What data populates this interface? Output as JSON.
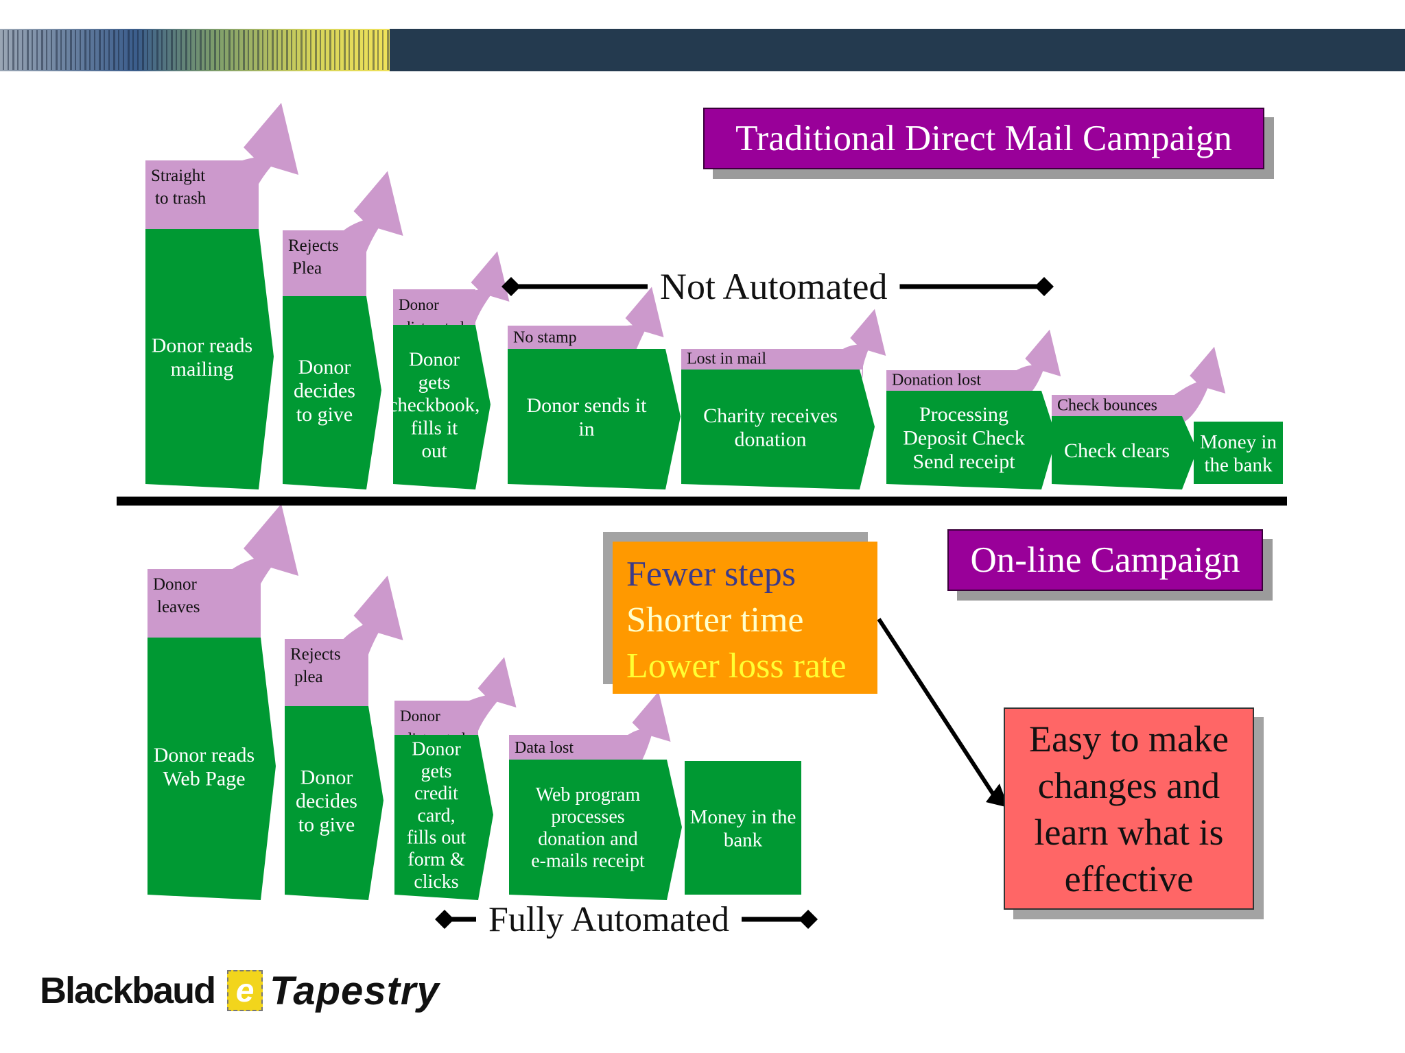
{
  "header": {
    "bar_color": "#243a4f"
  },
  "colors": {
    "step_green": "#009933",
    "loss_purple": "#cc99cc",
    "title_purple": "#990099",
    "benefits_orange": "#ff9900",
    "callout_red": "#ff6666"
  },
  "traditional": {
    "title": "Traditional Direct Mail Campaign",
    "automation_label": "Not Automated",
    "steps": [
      {
        "label": "Donor reads mailing",
        "loss": "Straight to trash"
      },
      {
        "label": "Donor decides to give",
        "loss": "Rejects Plea"
      },
      {
        "label": "Donor gets checkbook, fills it out",
        "loss": "Donor distracted"
      },
      {
        "label": "Donor sends it in",
        "loss": "No stamp"
      },
      {
        "label": "Charity receives donation",
        "loss": "Lost in mail"
      },
      {
        "label": "Processing Deposit Check Send receipt",
        "loss": "Donation lost"
      },
      {
        "label": "Check clears",
        "loss": "Check bounces"
      },
      {
        "label": "Money in the bank",
        "loss": ""
      }
    ]
  },
  "online": {
    "title": "On-line Campaign",
    "automation_label": "Fully Automated",
    "steps": [
      {
        "label": "Donor reads Web Page",
        "loss": "Donor leaves"
      },
      {
        "label": "Donor decides to give",
        "loss": "Rejects plea"
      },
      {
        "label": "Donor gets credit card, fills out form & clicks",
        "loss": "Donor distracted"
      },
      {
        "label": "Web program processes donation and e-mails receipt",
        "loss": "Data lost"
      },
      {
        "label": "Money in the bank",
        "loss": ""
      }
    ]
  },
  "benefits": {
    "lines": [
      {
        "text": "Fewer steps",
        "color": "#3a3a8a"
      },
      {
        "text": "Shorter time",
        "color": "#ffffcc"
      },
      {
        "text": "Lower loss rate",
        "color": "#ffff33"
      }
    ]
  },
  "callout": {
    "lines": [
      "Easy to make",
      "changes and",
      "learn what is",
      "effective"
    ]
  },
  "logo": {
    "brand": "Blackbaud",
    "stamp": "e",
    "product": "Tapestry"
  }
}
